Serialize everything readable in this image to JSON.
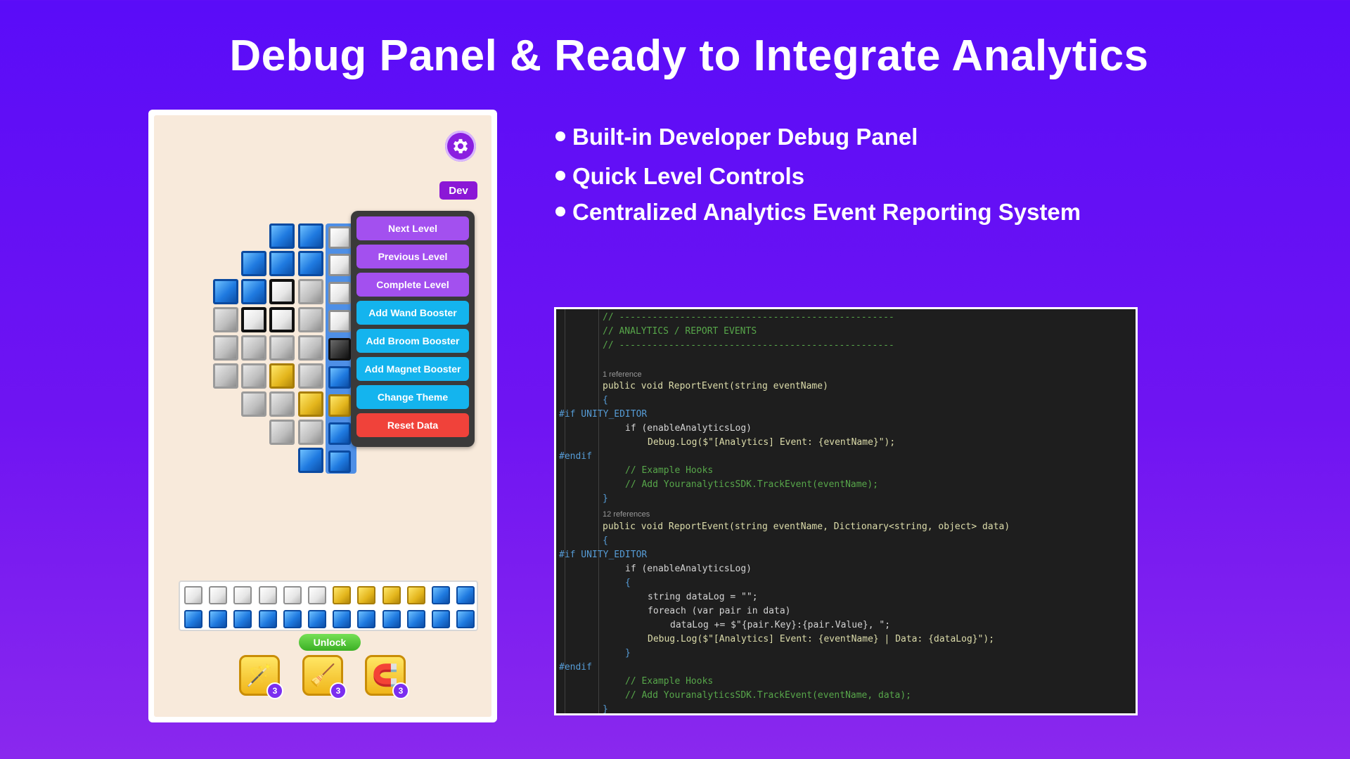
{
  "title": "Debug Panel & Ready to Integrate Analytics",
  "phone": {
    "gear_icon": "gear-icon",
    "dev_badge": "Dev",
    "dev_menu": [
      {
        "label": "Next Level",
        "color": "purple"
      },
      {
        "label": "Previous Level",
        "color": "purple"
      },
      {
        "label": "Complete Level",
        "color": "purple"
      },
      {
        "label": "Add Wand Booster",
        "color": "cyan"
      },
      {
        "label": "Add Broom Booster",
        "color": "cyan"
      },
      {
        "label": "Add Magnet Booster",
        "color": "cyan"
      },
      {
        "label": "Change Theme",
        "color": "cyan"
      },
      {
        "label": "Reset Data",
        "color": "red"
      }
    ],
    "unlock_label": "Unlock",
    "boosters": [
      {
        "icon": "wand-icon",
        "count": "3"
      },
      {
        "icon": "broom-icon",
        "count": "3"
      },
      {
        "icon": "magnet-icon",
        "count": "3"
      }
    ],
    "tray_rows": [
      [
        "white",
        "white",
        "white",
        "white",
        "white",
        "white",
        "yellow",
        "yellow",
        "yellow",
        "yellow",
        "blue",
        "blue"
      ],
      [
        "blue",
        "blue",
        "blue",
        "blue",
        "blue",
        "blue",
        "blue",
        "blue",
        "blue",
        "blue",
        "blue",
        "blue"
      ]
    ]
  },
  "bullets": [
    "Built-in Developer Debug Panel",
    "Quick Level Controls",
    "Centralized Analytics Event Reporting System"
  ],
  "code": {
    "lines": [
      "// --------------------------------------------------",
      "// ANALYTICS / REPORT EVENTS",
      "// --------------------------------------------------",
      "",
      "1 reference",
      "public void ReportEvent(string eventName)",
      "{",
      "#if UNITY_EDITOR",
      "if (enableAnalyticsLog)",
      "Debug.Log($\"[Analytics] Event: {eventName}\");",
      "#endif",
      "// Example Hooks",
      "// Add YouranalyticsSDK.TrackEvent(eventName);",
      "}",
      "12 references",
      "public void ReportEvent(string eventName, Dictionary<string, object> data)",
      "{",
      "#if UNITY_EDITOR",
      "if (enableAnalyticsLog)",
      "{",
      "string dataLog = \"\";",
      "foreach (var pair in data)",
      "dataLog += $\"{pair.Key}:{pair.Value}, \";",
      "Debug.Log($\"[Analytics] Event: {eventName} | Data: {dataLog}\");",
      "}",
      "#endif",
      "// Example Hooks",
      "// Add YouranalyticsSDK.TrackEvent(eventName, data);",
      "}"
    ]
  }
}
